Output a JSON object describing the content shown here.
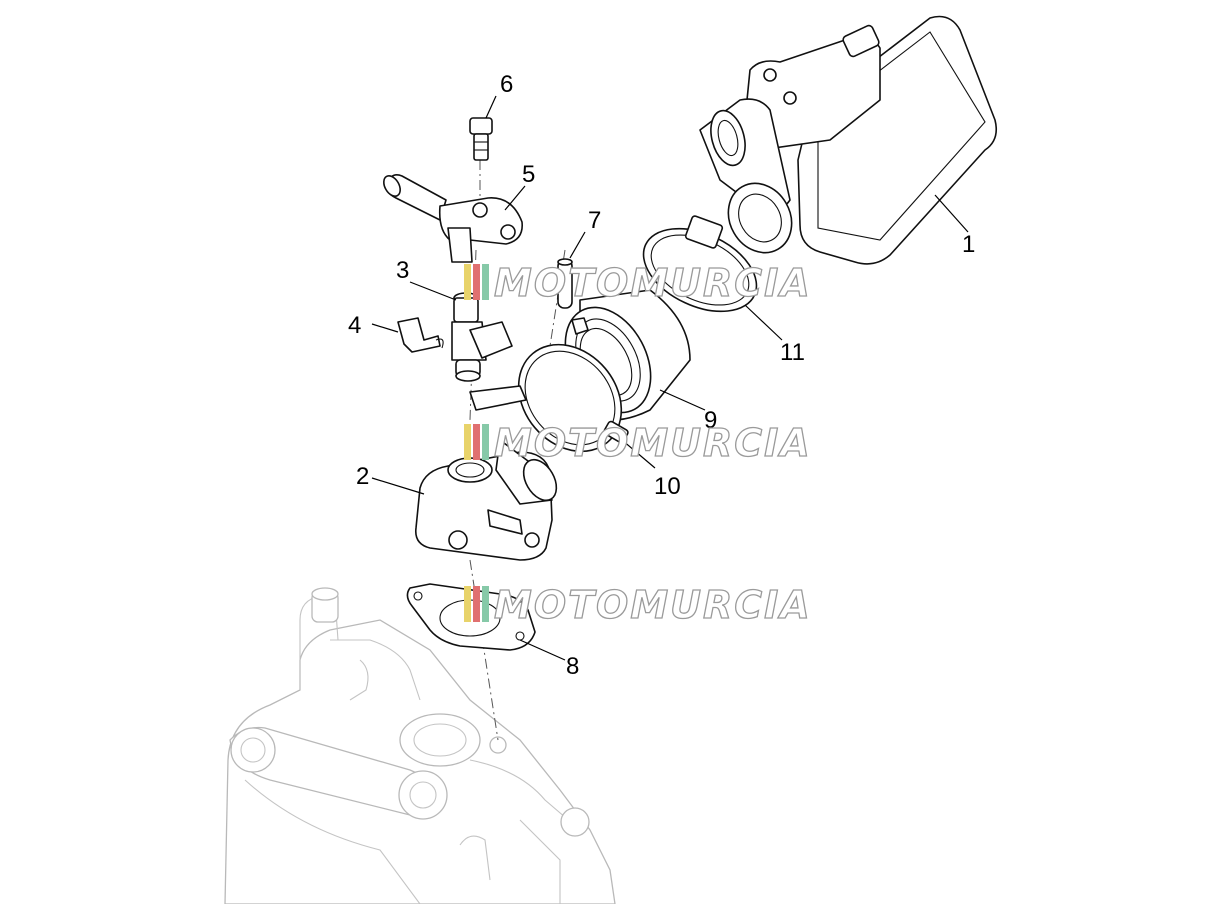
{
  "diagram": {
    "callouts": [
      {
        "id": "1",
        "label": "1"
      },
      {
        "id": "2",
        "label": "2"
      },
      {
        "id": "3",
        "label": "3"
      },
      {
        "id": "4",
        "label": "4"
      },
      {
        "id": "5",
        "label": "5"
      },
      {
        "id": "6",
        "label": "6"
      },
      {
        "id": "7",
        "label": "7"
      },
      {
        "id": "8",
        "label": "8"
      },
      {
        "id": "9",
        "label": "9"
      },
      {
        "id": "10",
        "label": "10"
      },
      {
        "id": "11",
        "label": "11"
      }
    ],
    "watermark": {
      "text": "MOTOMURCIA",
      "colors": [
        "#e8d36a",
        "#e07070",
        "#86c9a8"
      ]
    }
  }
}
